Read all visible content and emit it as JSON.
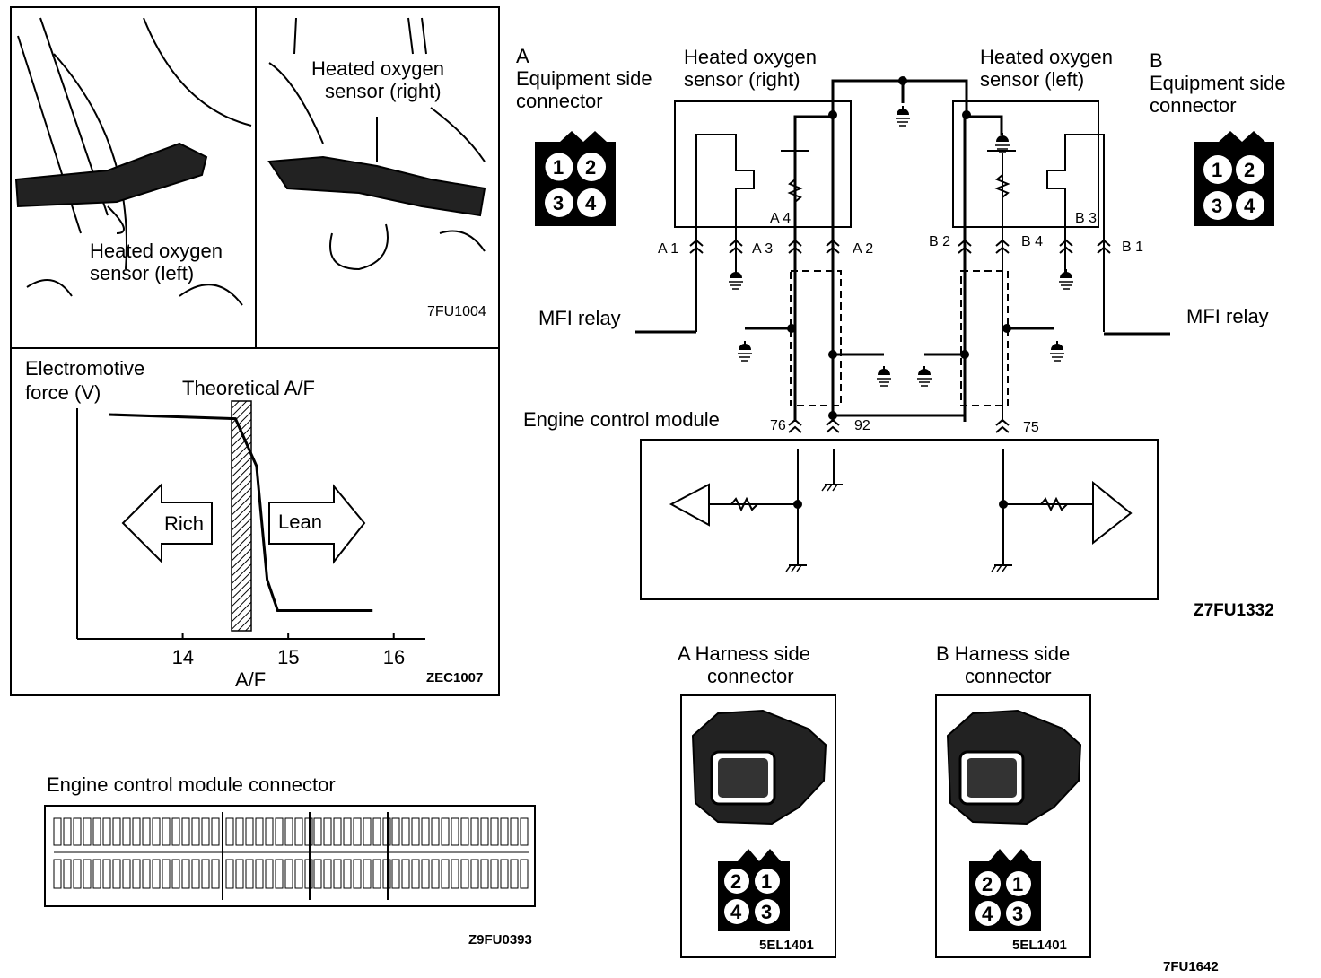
{
  "photos": {
    "left_label": [
      "Heated  oxygen",
      "sensor (left)"
    ],
    "right_label": [
      "Heated  oxygen",
      "sensor (right)"
    ],
    "code": "7FU1004"
  },
  "graph": {
    "ylabel": [
      "Electromotive",
      "force (V)"
    ],
    "theoretical_label": "Theoretical A/F",
    "rich": "Rich",
    "lean": "Lean",
    "xlabel": "A/F",
    "ticks": [
      "14",
      "15",
      "16"
    ],
    "code": "ZEC1007"
  },
  "chart_data": {
    "type": "line",
    "x": [
      13.3,
      14.5,
      14.7,
      14.8,
      14.9,
      15.8
    ],
    "y": [
      1,
      0.98,
      0.75,
      0.2,
      0.05,
      0.05
    ],
    "xticks": [
      14,
      15,
      16
    ],
    "xlabel": "A/F",
    "ylabel": "Electromotive force (V)",
    "annotation": "Theoretical A/F",
    "regions": [
      "Rich",
      "Lean"
    ]
  },
  "ecm_connector": {
    "title": "Engine control module connector",
    "code": "Z9FU0393"
  },
  "wiring": {
    "conn_a_label": [
      "A",
      "Equipment side",
      "connector"
    ],
    "conn_b_label": [
      "B",
      "Equipment side",
      "connector"
    ],
    "sensor_right": [
      "Heated oxygen",
      "sensor (right)"
    ],
    "sensor_left": [
      "Heated  oxygen",
      "sensor (left)"
    ],
    "mfi_relay_left": "MFI relay",
    "mfi_relay_right": "MFI relay",
    "ecm_label": "Engine control module",
    "terminals": [
      "A 1",
      "A 3",
      "A 4",
      "A 2",
      "B 2",
      "B 4",
      "B 3",
      "B 1"
    ],
    "ecm_pins": [
      "76",
      "92",
      "75"
    ],
    "code": "Z7FU1332",
    "pins_a": [
      "1",
      "2",
      "3",
      "4"
    ],
    "pins_b": [
      "1",
      "2",
      "3",
      "4"
    ]
  },
  "harness": {
    "a_label": [
      "A  Harness side",
      "connector"
    ],
    "b_label": [
      "B  Harness side",
      "connector"
    ],
    "pins": [
      "2",
      "1",
      "4",
      "3"
    ],
    "code_a": "5EL1401",
    "code_b": "5EL1401",
    "code": "7FU1642"
  }
}
